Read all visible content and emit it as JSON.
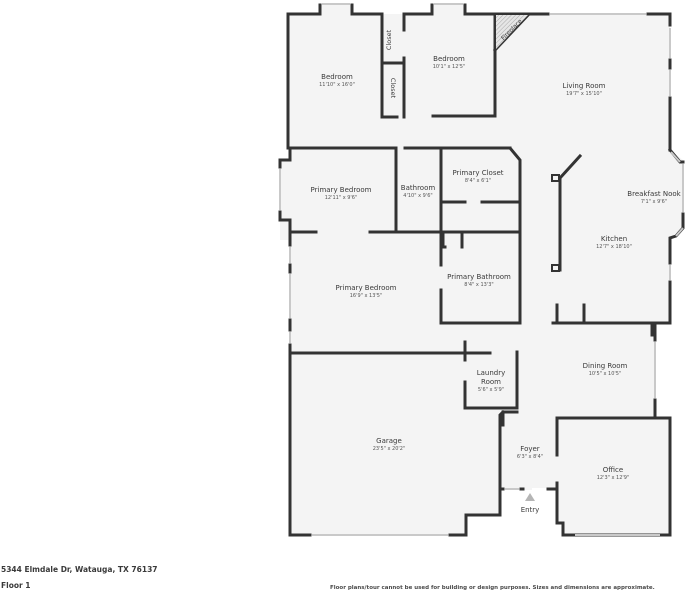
{
  "footer": {
    "address": "5344 Elmdale Dr, Watauga, TX 76137",
    "floor": "Floor 1",
    "disclaimer": "Floor plans/tour cannot be used for building or design purposes. Sizes and dimensions are approximate."
  },
  "colors": {
    "wall": "#333333",
    "floor": "#f4f4f4",
    "window": "#d0d0d0",
    "background": "#ffffff",
    "text": "#3a3a3a",
    "entry_marker": "#b5b5b5"
  },
  "rooms": {
    "bedroom_left": {
      "name": "Bedroom",
      "dims": "11'10\" x 16'0\""
    },
    "closet_top": {
      "name": "Closet"
    },
    "closet_bottom": {
      "name": "Closet"
    },
    "bedroom_right": {
      "name": "Bedroom",
      "dims": "10'1\" x 12'5\""
    },
    "fireplace": {
      "name": "Fireplace"
    },
    "living_room": {
      "name": "Living Room",
      "dims": "19'7\" x 15'10\""
    },
    "primary_bedroom_upper": {
      "name": "Primary Bedroom",
      "dims": "12'11\" x 9'6\""
    },
    "bathroom": {
      "name": "Bathroom",
      "dims": "4'10\" x 9'6\""
    },
    "primary_closet": {
      "name": "Primary Closet",
      "dims": "8'4\" x 6'1\""
    },
    "breakfast_nook": {
      "name": "Breakfast Nook",
      "dims": "7'1\" x 9'6\""
    },
    "kitchen": {
      "name": "Kitchen",
      "dims": "12'7\" x 18'10\""
    },
    "primary_bathroom": {
      "name": "Primary Bathroom",
      "dims": "8'4\" x 13'3\""
    },
    "primary_bedroom_lower": {
      "name": "Primary Bedroom",
      "dims": "16'9\" x 13'5\""
    },
    "laundry_room": {
      "name_line1": "Laundry",
      "name_line2": "Room",
      "dims": "5'6\" x 5'9\""
    },
    "dining_room": {
      "name": "Dining Room",
      "dims": "10'5\" x 10'5\""
    },
    "garage": {
      "name": "Garage",
      "dims": "23'5\" x 20'2\""
    },
    "foyer": {
      "name": "Foyer",
      "dims": "6'3\" x 8'4\""
    },
    "office": {
      "name": "Office",
      "dims": "12'3\" x 12'9\""
    }
  },
  "entry": {
    "label": "Entry"
  }
}
